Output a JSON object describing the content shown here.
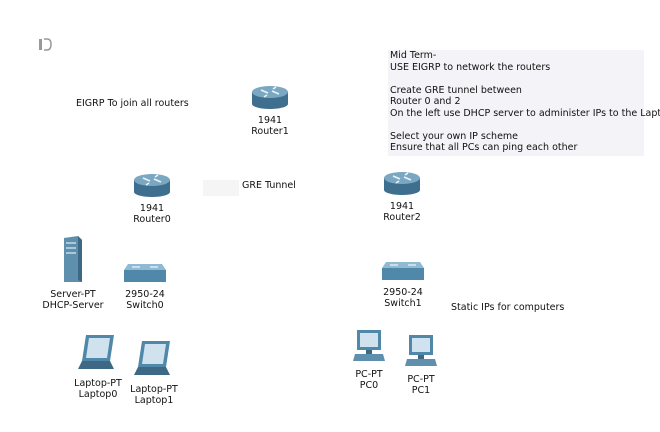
{
  "notes": {
    "eigrp": "EIGRP To join all routers",
    "gre": "GRE Tunnel",
    "static": "Static IPs for computers",
    "midterm": [
      "Mid Term-",
      "USE EIGRP to network the routers",
      "",
      "Create GRE tunnel between",
      "Router 0 and 2",
      "On the left use DHCP server to administer IPs to the Laptops",
      "",
      "Select your own IP scheme",
      "Ensure that all PCs can ping each other"
    ]
  },
  "devices": {
    "router1": {
      "model": "1941",
      "name": "Router1",
      "icon": "router-icon"
    },
    "router0": {
      "model": "1941",
      "name": "Router0",
      "icon": "router-icon"
    },
    "router2": {
      "model": "1941",
      "name": "Router2",
      "icon": "router-icon"
    },
    "server": {
      "model": "Server-PT",
      "name": "DHCP-Server",
      "icon": "server-icon"
    },
    "switch0": {
      "model": "2950-24",
      "name": "Switch0",
      "icon": "switch-icon"
    },
    "switch1": {
      "model": "2950-24",
      "name": "Switch1",
      "icon": "switch-icon"
    },
    "laptop0": {
      "model": "Laptop-PT",
      "name": "Laptop0",
      "icon": "laptop-icon"
    },
    "laptop1": {
      "model": "Laptop-PT",
      "name": "Laptop1",
      "icon": "laptop-icon"
    },
    "pc0": {
      "model": "PC-PT",
      "name": "PC0",
      "icon": "pc-icon"
    },
    "pc1": {
      "model": "PC-PT",
      "name": "PC1",
      "icon": "pc-icon"
    }
  },
  "colors": {
    "router": "#5b8aa6",
    "switch": "#4f88a8",
    "device_light": "#8fb5cb",
    "notebox": "#f4f4f8"
  }
}
